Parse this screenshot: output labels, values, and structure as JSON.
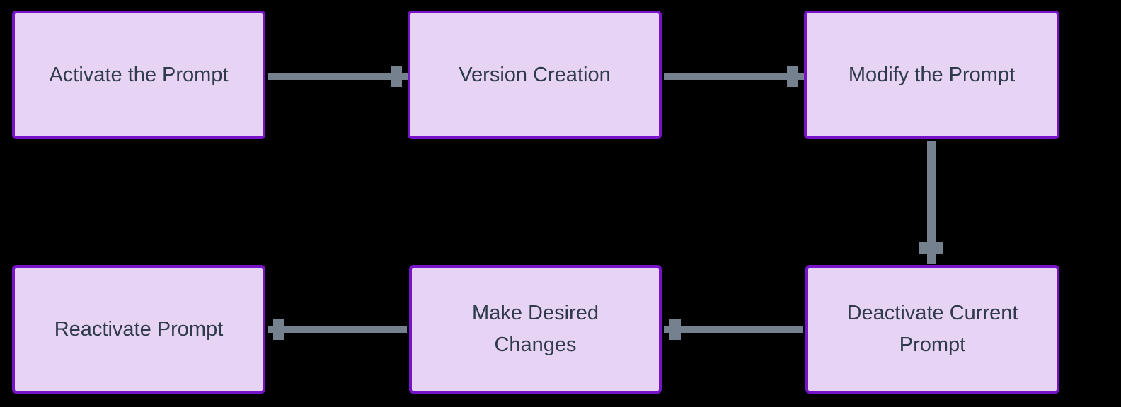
{
  "diagram": {
    "type": "flowchart",
    "background_color": "#000000",
    "node_fill_color": "#e7d4f4",
    "node_border_color": "#7713c9",
    "node_text_color": "#2f3a4d",
    "arrow_color": "#75818f",
    "nodes": [
      {
        "id": "activate",
        "label": "Activate the Prompt"
      },
      {
        "id": "version",
        "label": "Version Creation"
      },
      {
        "id": "modify",
        "label": "Modify the Prompt"
      },
      {
        "id": "deactivate",
        "label": "Deactivate Current\nPrompt"
      },
      {
        "id": "changes",
        "label": "Make Desired\nChanges"
      },
      {
        "id": "reactivate",
        "label": "Reactivate Prompt"
      }
    ],
    "edges": [
      {
        "from": "Activate the Prompt",
        "to": "Version Creation",
        "direction": "right"
      },
      {
        "from": "Version Creation",
        "to": "Modify the Prompt",
        "direction": "right"
      },
      {
        "from": "Modify the Prompt",
        "to": "Deactivate Current Prompt",
        "direction": "down"
      },
      {
        "from": "Deactivate Current Prompt",
        "to": "Make Desired Changes",
        "direction": "left"
      },
      {
        "from": "Make Desired Changes",
        "to": "Reactivate Prompt",
        "direction": "left"
      }
    ]
  }
}
